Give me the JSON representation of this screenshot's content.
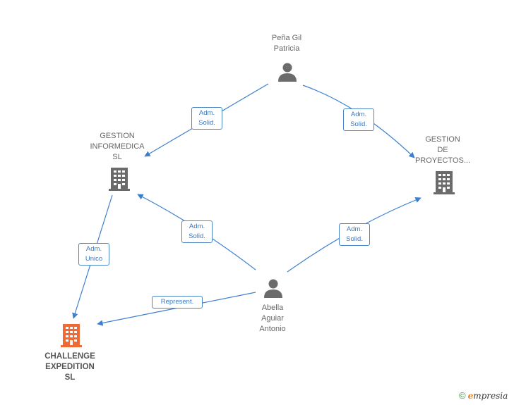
{
  "colors": {
    "edge": "#3d7fcf",
    "person_icon": "#6b6b6b",
    "company_icon": "#6b6b6b",
    "highlight_company_icon": "#f06a35"
  },
  "nodes": {
    "pena_gil": {
      "name_lines": [
        "Peña Gil",
        "Patricia"
      ],
      "icon": "person-icon"
    },
    "gestion_informedica": {
      "name_lines": [
        "GESTION",
        "INFORMEDICA",
        "SL"
      ],
      "icon": "building-icon"
    },
    "gestion_proyectos": {
      "name_lines": [
        "GESTION",
        "DE",
        "PROYECTOS..."
      ],
      "icon": "building-icon"
    },
    "abella_aguiar": {
      "name_lines": [
        "Abella",
        "Aguiar",
        "Antonio"
      ],
      "icon": "person-icon"
    },
    "challenge_expedition": {
      "name_lines": [
        "CHALLENGE",
        "EXPEDITION",
        "SL"
      ],
      "icon": "building-icon"
    }
  },
  "edges": {
    "pena_to_informedica": {
      "label_lines": [
        "Adm.",
        "Solid."
      ]
    },
    "pena_to_proyectos": {
      "label_lines": [
        "Adm.",
        "Solid."
      ]
    },
    "abella_to_informedica": {
      "label_lines": [
        "Adm.",
        "Solid."
      ]
    },
    "abella_to_proyectos": {
      "label_lines": [
        "Adm.",
        "Solid."
      ]
    },
    "informedica_to_challenge": {
      "label_lines": [
        "Adm.",
        "Unico"
      ]
    },
    "abella_to_challenge": {
      "label_lines": [
        "Represent."
      ]
    }
  },
  "brand": {
    "copyright_symbol": "©",
    "initial": "e",
    "rest": "mpresia"
  }
}
